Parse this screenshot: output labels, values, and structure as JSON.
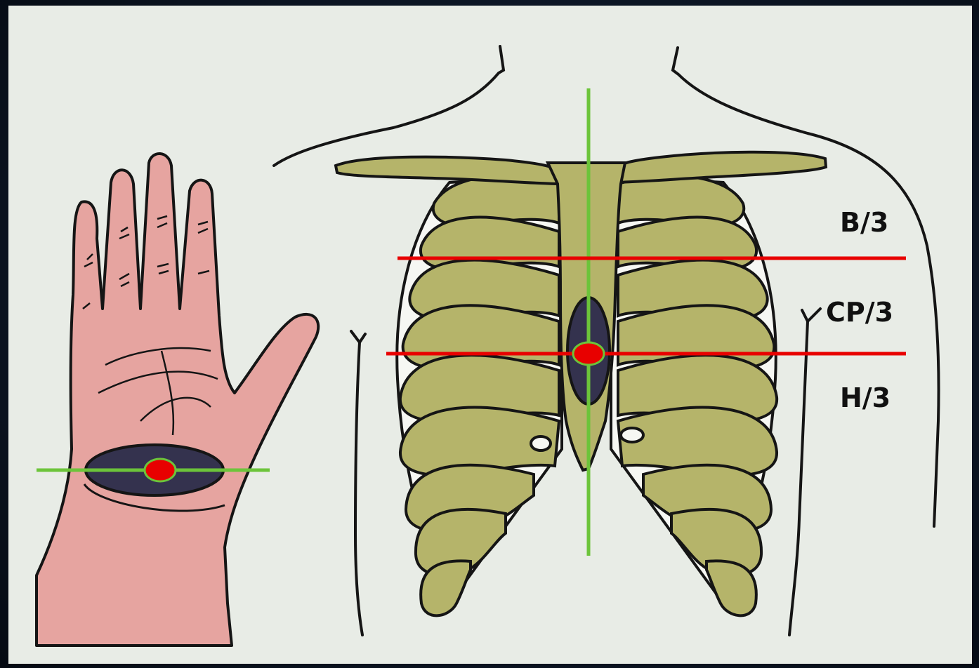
{
  "labels": {
    "upper": "B/3",
    "middle": "CP/3",
    "lower": "H/3"
  },
  "colors": {
    "background": "#e8ece6",
    "bone": "#b5b46a",
    "skin": "#e6a4a0",
    "marker": "#e80000",
    "axis_line": "#6cc43a",
    "level_line": "#e80000",
    "pad": "#34324e"
  }
}
